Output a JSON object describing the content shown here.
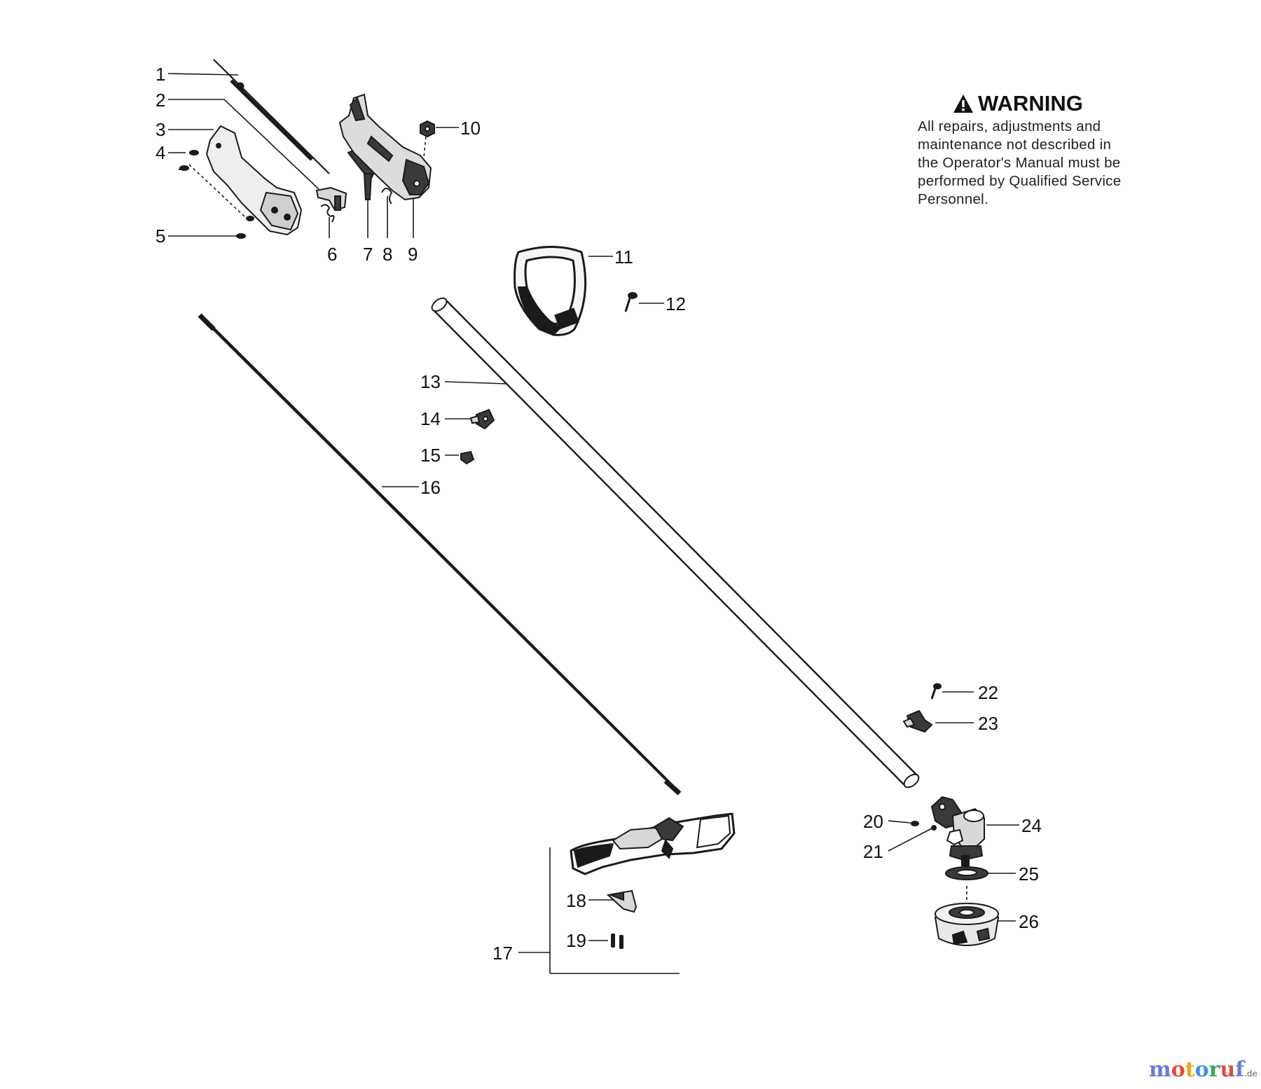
{
  "warning": {
    "title": "WARNING",
    "lines": [
      "All repairs, adjustments and",
      "maintenance not described in",
      "the Operator's Manual must be",
      "performed by Qualified Service",
      "Personnel."
    ],
    "icon": "warning-triangle-icon"
  },
  "callouts": [
    "1",
    "2",
    "3",
    "4",
    "5",
    "6",
    "7",
    "8",
    "9",
    "10",
    "11",
    "12",
    "13",
    "14",
    "15",
    "16",
    "17",
    "18",
    "19",
    "20",
    "21",
    "22",
    "23",
    "24",
    "25",
    "26"
  ],
  "watermark": {
    "letters": [
      "m",
      "o",
      "t",
      "o",
      "r",
      "u",
      "f"
    ],
    "tld": ".de"
  },
  "colors": {
    "ink": "#1a1a1a",
    "part_fill": "#d8d8d8",
    "part_dark": "#3a3a3a"
  }
}
